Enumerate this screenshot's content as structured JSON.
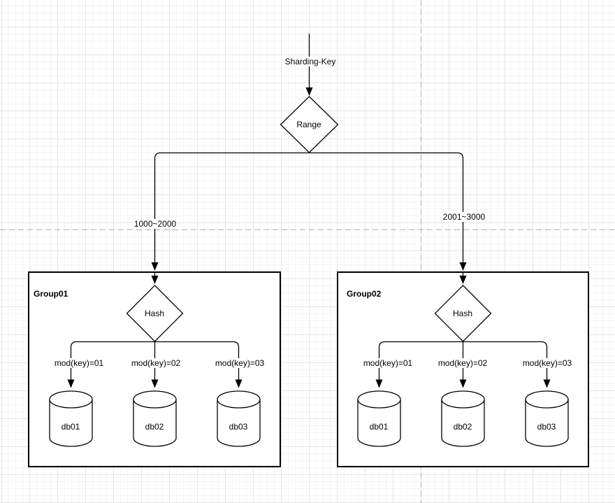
{
  "flow": {
    "input_label": "Sharding-Key",
    "range_decision": "Range",
    "branches": [
      {
        "range": "1000~2000",
        "group": {
          "title": "Group01",
          "decision": "Hash",
          "shards": [
            {
              "condition": "mod(key)=01",
              "database": "db01"
            },
            {
              "condition": "mod(key)=02",
              "database": "db02"
            },
            {
              "condition": "mod(key)=03",
              "database": "db03"
            }
          ]
        }
      },
      {
        "range": "2001~3000",
        "group": {
          "title": "Group02",
          "decision": "Hash",
          "shards": [
            {
              "condition": "mod(key)=01",
              "database": "db01"
            },
            {
              "condition": "mod(key)=02",
              "database": "db02"
            },
            {
              "condition": "mod(key)=03",
              "database": "db03"
            }
          ]
        }
      }
    ]
  },
  "colors": {
    "stroke": "#000000",
    "shape_fill": "#ffffff",
    "grid_minor": "#f6f4f6",
    "grid_major": "#e6e4e6",
    "page_break": "#b3b3b3"
  }
}
